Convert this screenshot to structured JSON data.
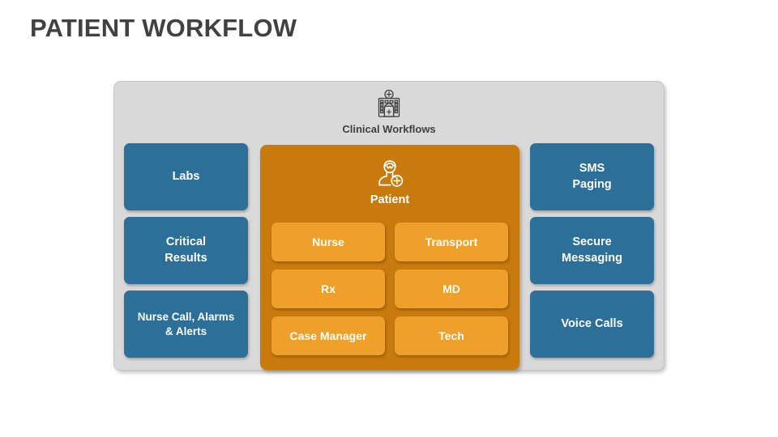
{
  "slide": {
    "title": "PATIENT WORKFLOW",
    "background_color": "#ffffff",
    "title_color": "#414141"
  },
  "container": {
    "background_color": "#d9d9d9",
    "header": {
      "icon": "hospital-icon",
      "label": "Clinical Workflows"
    }
  },
  "left_column": {
    "card_color": "#2c6f99",
    "items": [
      {
        "label": "Labs"
      },
      {
        "label": "Critical\nResults",
        "line1": "Critical",
        "line2": "Results"
      },
      {
        "label": "Nurse Call, Alarms\n& Alerts",
        "line1": "Nurse Call, Alarms",
        "line2": "& Alerts"
      }
    ]
  },
  "right_column": {
    "card_color": "#2c6f99",
    "items": [
      {
        "label": "SMS\nPaging",
        "line1": "SMS",
        "line2": "Paging"
      },
      {
        "label": "Secure\nMessaging",
        "line1": "Secure",
        "line2": "Messaging"
      },
      {
        "label": "Voice Calls",
        "line1": "Voice Calls",
        "line2": ""
      }
    ]
  },
  "center_panel": {
    "panel_color": "#c87a0c",
    "card_color": "#efa02b",
    "header": {
      "icon": "patient-icon",
      "label": "Patient"
    },
    "roles": [
      {
        "label": "Nurse"
      },
      {
        "label": "Transport"
      },
      {
        "label": "Rx"
      },
      {
        "label": "MD"
      },
      {
        "label": "Case Manager"
      },
      {
        "label": "Tech"
      }
    ]
  }
}
